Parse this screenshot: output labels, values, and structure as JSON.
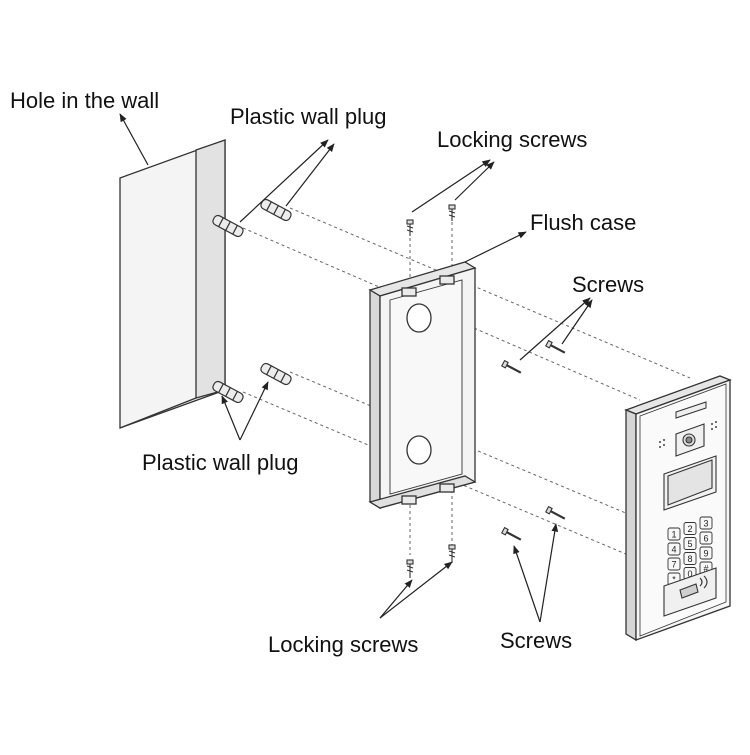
{
  "labels": {
    "hole_in_wall": "Hole in the wall",
    "plastic_wall_plug_top": "Plastic wall plug",
    "locking_screws_top": "Locking screws",
    "flush_case": "Flush case",
    "screws_top": "Screws",
    "plastic_wall_plug_bottom": "Plastic wall plug",
    "locking_screws_bottom": "Locking screws",
    "screws_bottom": "Screws"
  },
  "keypad_keys": [
    "1",
    "2",
    "3",
    "4",
    "5",
    "6",
    "7",
    "8",
    "9",
    "*",
    "0",
    "#"
  ],
  "colors": {
    "line": "#333333",
    "face": "#f2f2f2",
    "shade": "#dcdcdc",
    "dash": "#666666"
  }
}
